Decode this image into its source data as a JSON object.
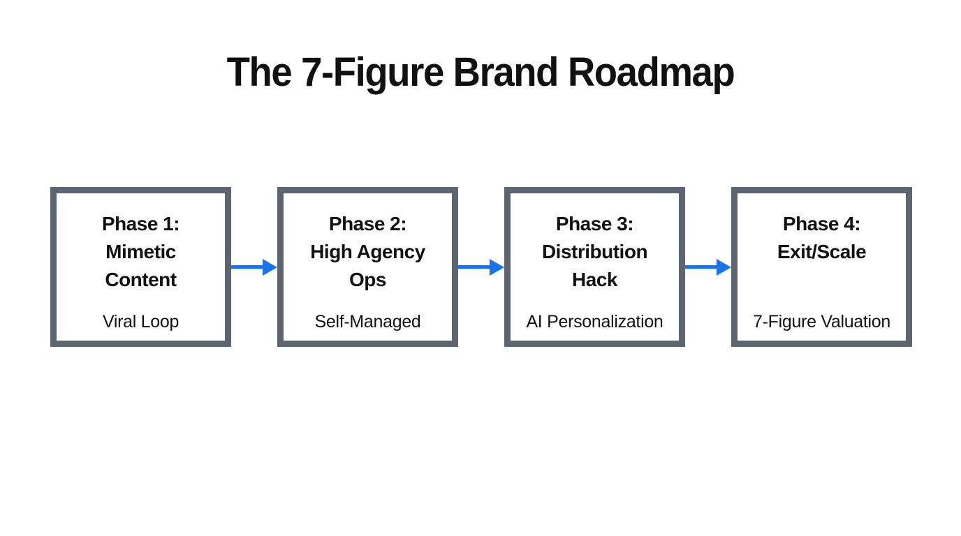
{
  "title": "The 7-Figure Brand Roadmap",
  "colors": {
    "background": "#ffffff",
    "text": "#111111",
    "box_border": "#5d6570",
    "arrow": "#1a73e8"
  },
  "phases": [
    {
      "title_lines": [
        "Phase 1:",
        "Mimetic",
        "Content"
      ],
      "subtitle": "Viral Loop"
    },
    {
      "title_lines": [
        "Phase 2:",
        "High Agency",
        "Ops"
      ],
      "subtitle": "Self-Managed"
    },
    {
      "title_lines": [
        "Phase 3:",
        "Distribution",
        "Hack"
      ],
      "subtitle": "AI Personalization"
    },
    {
      "title_lines": [
        "Phase 4:",
        "Exit/Scale"
      ],
      "subtitle": "7-Figure Valuation"
    }
  ]
}
